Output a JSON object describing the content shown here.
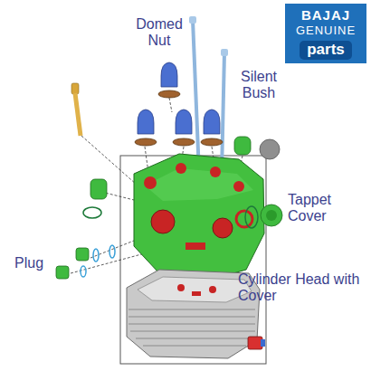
{
  "diagram": {
    "nodes": [
      {
        "text": [
          "BAJAJ",
          "GENUINE",
          "parts"
        ]
      }
    ],
    "labels": [
      "Domed Nut",
      "Silent Bush",
      "Tappet Cover",
      "Plug",
      "Cylinder Head with Cover"
    ]
  }
}
